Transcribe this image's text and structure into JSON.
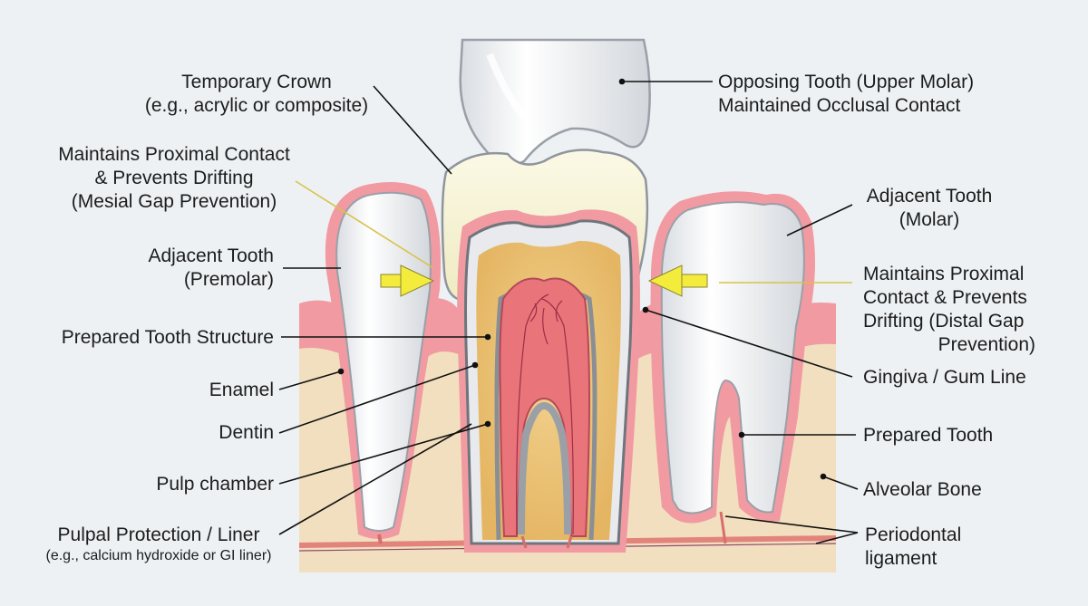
{
  "colors": {
    "background": "#eef1f4",
    "bone": "#f2dfbf",
    "gingiva": "#f19aa2",
    "tooth": "#f3f4f6",
    "crown": "#f7f4d4",
    "dentin": "#e8c170",
    "pulp": "#e9757b",
    "arrow": "#f4ec3c",
    "leader": "#111111"
  },
  "labels": {
    "temporary_crown": {
      "line1": "Temporary Crown",
      "line2": "(e.g., acrylic or composite)"
    },
    "proximal_mesial": {
      "line1": "Maintains Proximal Contact",
      "line2": "& Prevents Drifting",
      "line3": "(Mesial Gap Prevention)"
    },
    "adjacent_premolar": {
      "line1": "Adjacent Tooth",
      "line2": "(Premolar)"
    },
    "prepared_structure": "Prepared Tooth Structure",
    "enamel": "Enamel",
    "dentin": "Dentin",
    "pulp_chamber": "Pulp chamber",
    "pulpal_protection": {
      "line1": "Pulpal Protection / Liner",
      "line2": "(e.g., calcium hydroxide or GI liner)"
    },
    "opposing_tooth": {
      "line1": "Opposing Tooth (Upper Molar)",
      "line2": "Maintained Occlusal Contact"
    },
    "adjacent_molar": {
      "line1": "Adjacent Tooth",
      "line2": "(Molar)"
    },
    "proximal_distal": {
      "line1": "Maintains Proximal",
      "line2": "Contact & Prevents",
      "line3": "Drifting (Distal Gap",
      "line4": "Prevention)"
    },
    "gingiva": "Gingiva / Gum Line",
    "prepared_tooth": "Prepared Tooth",
    "alveolar_bone": "Alveolar Bone",
    "periodontal": {
      "line1": "Periodontal",
      "line2": "ligament"
    }
  },
  "icons": [
    "arrow-right-icon",
    "arrow-left-icon"
  ]
}
